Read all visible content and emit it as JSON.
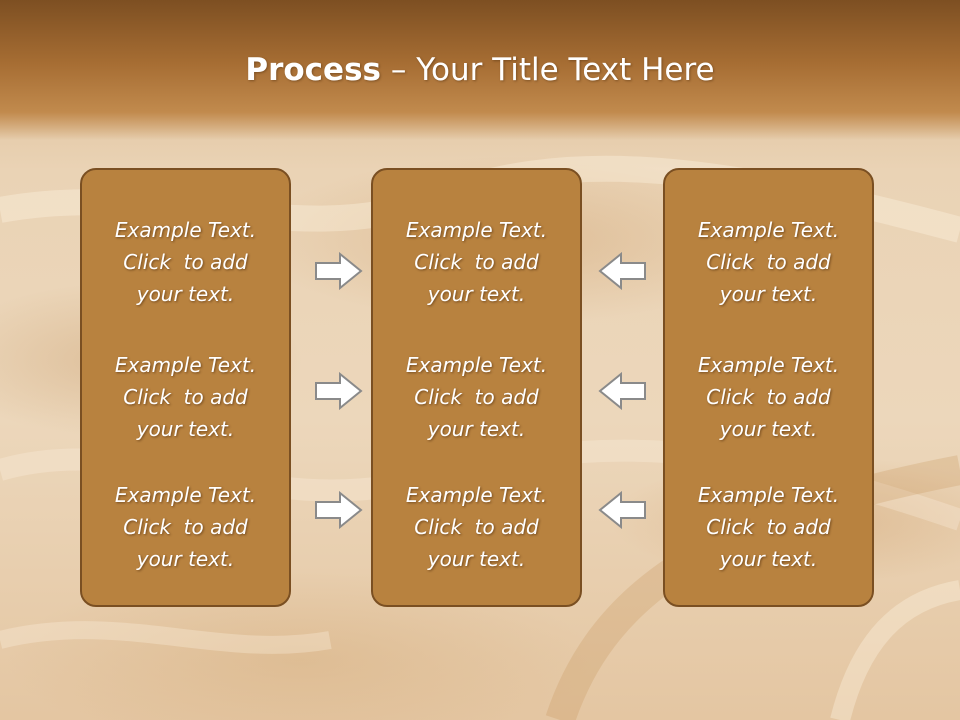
{
  "title": {
    "bold": "Process",
    "rest": " – Your Title Text Here"
  },
  "columns": [
    {
      "blocks": [
        [
          "Example Text.",
          "Click  to add",
          "your text."
        ],
        [
          "Example Text.",
          "Click  to add",
          "your text."
        ],
        [
          "Example Text.",
          "Click  to add",
          "your text."
        ]
      ]
    },
    {
      "blocks": [
        [
          "Example Text.",
          "Click  to add",
          "your text."
        ],
        [
          "Example Text.",
          "Click  to add",
          "your text."
        ],
        [
          "Example Text.",
          "Click  to add",
          "your text."
        ]
      ]
    },
    {
      "blocks": [
        [
          "Example Text.",
          "Click  to add",
          "your text."
        ],
        [
          "Example Text.",
          "Click  to add",
          "your text."
        ],
        [
          "Example Text.",
          "Click  to add",
          "your text."
        ]
      ]
    }
  ],
  "arrows": {
    "left_column": [
      "arrow-right-icon",
      "arrow-right-icon",
      "arrow-right-icon"
    ],
    "right_column": [
      "arrow-left-icon",
      "arrow-left-icon",
      "arrow-left-icon"
    ]
  },
  "colors": {
    "header": "#a66d33",
    "panel": "#b8823f",
    "panel_border": "#7a4f22",
    "text": "#ffffff",
    "arrow_fill": "#ffffff",
    "arrow_stroke": "#8a8a8a"
  }
}
